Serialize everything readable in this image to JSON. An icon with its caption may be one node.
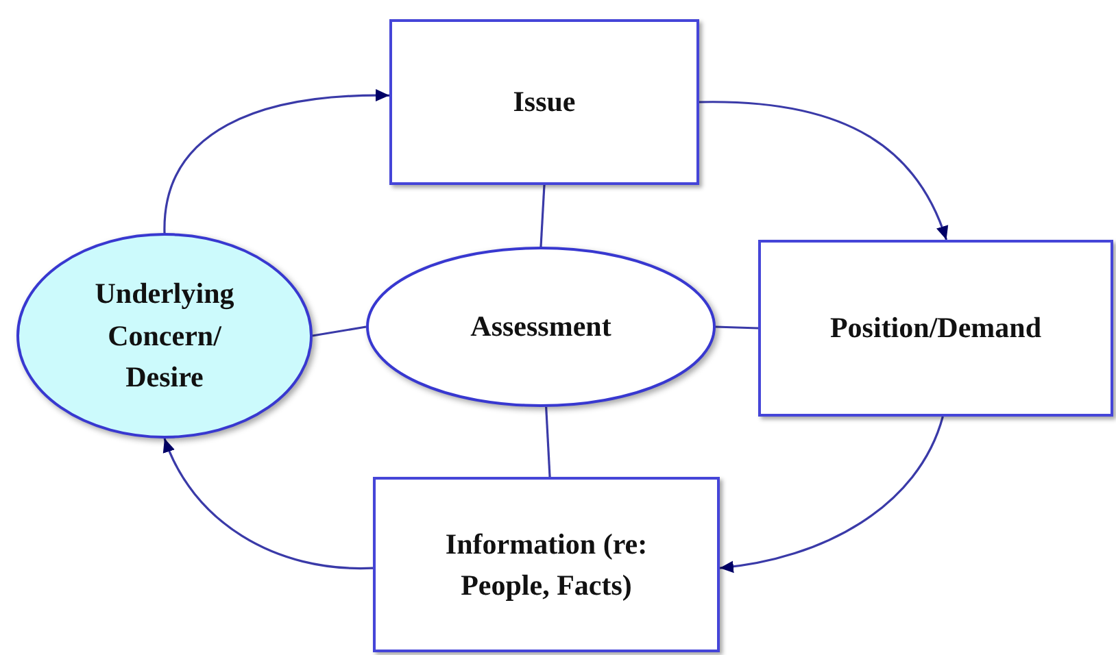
{
  "diagram": {
    "nodes": [
      {
        "text": [
          "Issue"
        ]
      },
      {
        "text": [
          "Underlying Concern/ Desire"
        ]
      },
      {
        "text": [
          "Assessment"
        ]
      },
      {
        "text": [
          "Position/Demand"
        ]
      },
      {
        "text": [
          "Information (re: People, Facts)"
        ]
      }
    ],
    "edges": [
      {
        "from": 1,
        "to": 0,
        "arrow": "to"
      },
      {
        "from": 0,
        "to": 3,
        "arrow": "to"
      },
      {
        "from": 3,
        "to": 4,
        "arrow": "to"
      },
      {
        "from": 4,
        "to": 1,
        "arrow": "to"
      },
      {
        "from": 0,
        "to": 2,
        "arrow": "none"
      },
      {
        "from": 1,
        "to": 2,
        "arrow": "none"
      },
      {
        "from": 2,
        "to": 3,
        "arrow": "none"
      },
      {
        "from": 2,
        "to": 4,
        "arrow": "none"
      }
    ]
  }
}
